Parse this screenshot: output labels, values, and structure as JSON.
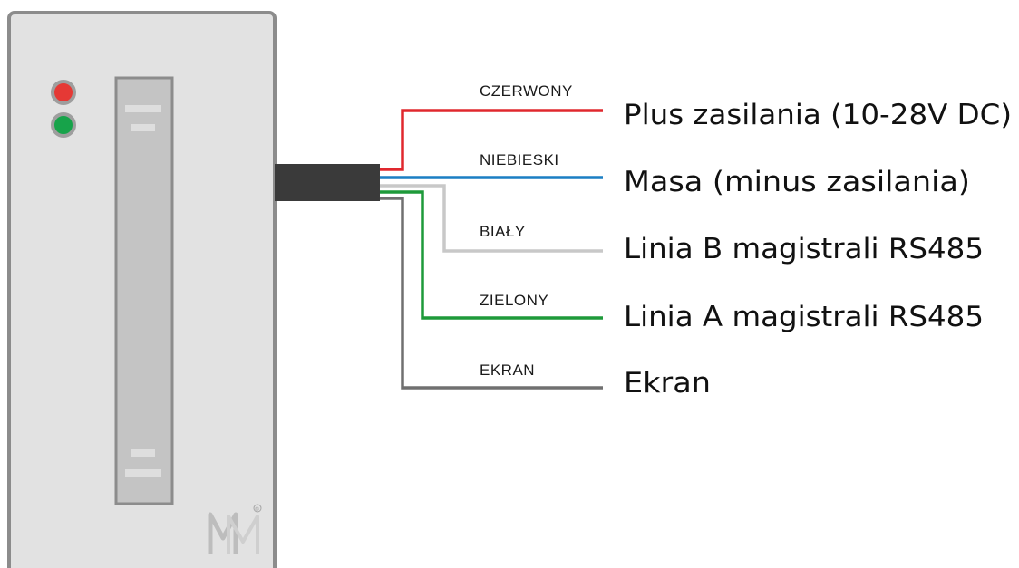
{
  "device": {
    "name": "reader",
    "body_color": "#e2e2e2",
    "border_color": "#8c8c8c",
    "leds": [
      {
        "name": "red-led",
        "color": "#e53935"
      },
      {
        "name": "green-led",
        "color": "#17a34a"
      }
    ],
    "logo": {
      "icon": "mm-logo-icon",
      "text": "MM",
      "mark": "®"
    }
  },
  "cable": {
    "color": "#3a3a3a"
  },
  "wires": [
    {
      "id": "czerwony",
      "color_name": "CZERWONY",
      "description": "Plus zasilania (10-28V DC)",
      "color": "#e0282e"
    },
    {
      "id": "niebieski",
      "color_name": "NIEBIESKI",
      "description": "Masa (minus zasilania)",
      "color": "#1b7fc4"
    },
    {
      "id": "bialy",
      "color_name": "BIAŁY",
      "description": "Linia B magistrali RS485",
      "color": "#c8c8c8"
    },
    {
      "id": "zielony",
      "color_name": "ZIELONY",
      "description": "Linia A magistrali RS485",
      "color": "#1e9a3a"
    },
    {
      "id": "ekran",
      "color_name": "EKRAN",
      "description": "Ekran",
      "color": "#707070"
    }
  ]
}
